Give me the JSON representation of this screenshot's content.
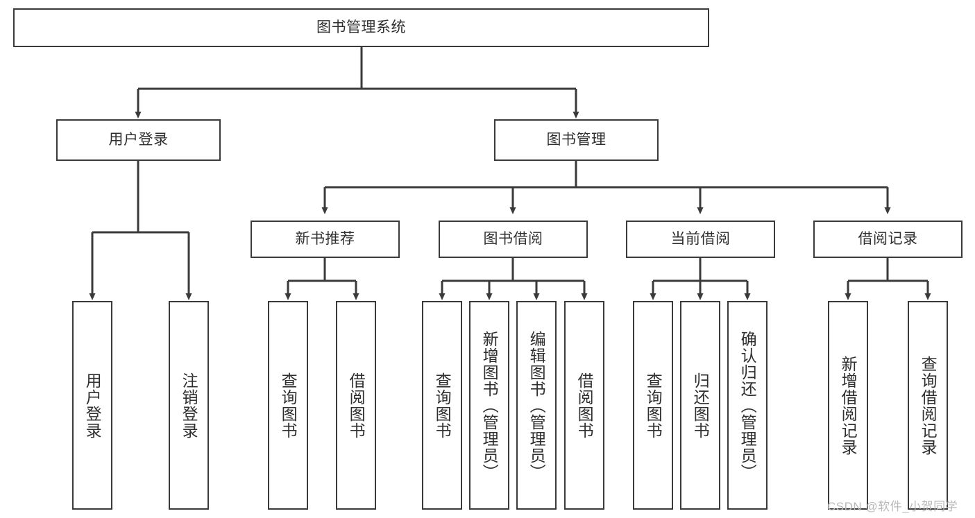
{
  "diagram": {
    "title": "图书管理系统",
    "type": "hierarchy-tree",
    "watermark": "CSDN @软件_小贺同学",
    "colors": {
      "box_border": "#3a3a3a",
      "box_fill": "#ffffff",
      "text": "#2f2f2f",
      "edge": "#3a3a3a",
      "watermark": "#b9b9b9",
      "background": "#ffffff"
    },
    "nodes": {
      "root": {
        "label": "图书管理系统",
        "level": 0,
        "orientation": "horizontal"
      },
      "level1": [
        {
          "id": "user-login",
          "label": "用户登录",
          "orientation": "horizontal"
        },
        {
          "id": "book-management",
          "label": "图书管理",
          "orientation": "horizontal"
        }
      ],
      "level2": [
        {
          "id": "new-book-recommend",
          "label": "新书推荐",
          "orientation": "horizontal",
          "parent": "book-management"
        },
        {
          "id": "book-borrow",
          "label": "图书借阅",
          "orientation": "horizontal",
          "parent": "book-management"
        },
        {
          "id": "current-borrow",
          "label": "当前借阅",
          "orientation": "horizontal",
          "parent": "book-management"
        },
        {
          "id": "borrow-record",
          "label": "借阅记录",
          "orientation": "horizontal",
          "parent": "book-management"
        }
      ],
      "leaves": [
        {
          "id": "leaf-user-login",
          "label": "用户登录",
          "orientation": "vertical",
          "parent": "user-login"
        },
        {
          "id": "leaf-logout-login",
          "label": "注销登录",
          "orientation": "vertical",
          "parent": "user-login"
        },
        {
          "id": "leaf-query-book-1",
          "label": "查询图书",
          "orientation": "vertical",
          "parent": "new-book-recommend"
        },
        {
          "id": "leaf-borrow-book-1",
          "label": "借阅图书",
          "orientation": "vertical",
          "parent": "new-book-recommend"
        },
        {
          "id": "leaf-query-book-2",
          "label": "查询图书",
          "orientation": "vertical",
          "parent": "book-borrow"
        },
        {
          "id": "leaf-add-book",
          "label": "新增图书（管理员）",
          "orientation": "vertical",
          "parent": "book-borrow"
        },
        {
          "id": "leaf-edit-book",
          "label": "编辑图书（管理员）",
          "orientation": "vertical",
          "parent": "book-borrow"
        },
        {
          "id": "leaf-borrow-book-2",
          "label": "借阅图书",
          "orientation": "vertical",
          "parent": "book-borrow"
        },
        {
          "id": "leaf-query-book-3",
          "label": "查询图书",
          "orientation": "vertical",
          "parent": "current-borrow"
        },
        {
          "id": "leaf-return-book",
          "label": "归还图书",
          "orientation": "vertical",
          "parent": "current-borrow"
        },
        {
          "id": "leaf-confirm-return",
          "label": "确认归还（管理员）",
          "orientation": "vertical",
          "parent": "current-borrow"
        },
        {
          "id": "leaf-add-borrow-record",
          "label": "新增借阅记录",
          "orientation": "vertical",
          "parent": "borrow-record"
        },
        {
          "id": "leaf-query-borrow-record",
          "label": "查询借阅记录",
          "orientation": "vertical",
          "parent": "borrow-record"
        }
      ]
    }
  }
}
